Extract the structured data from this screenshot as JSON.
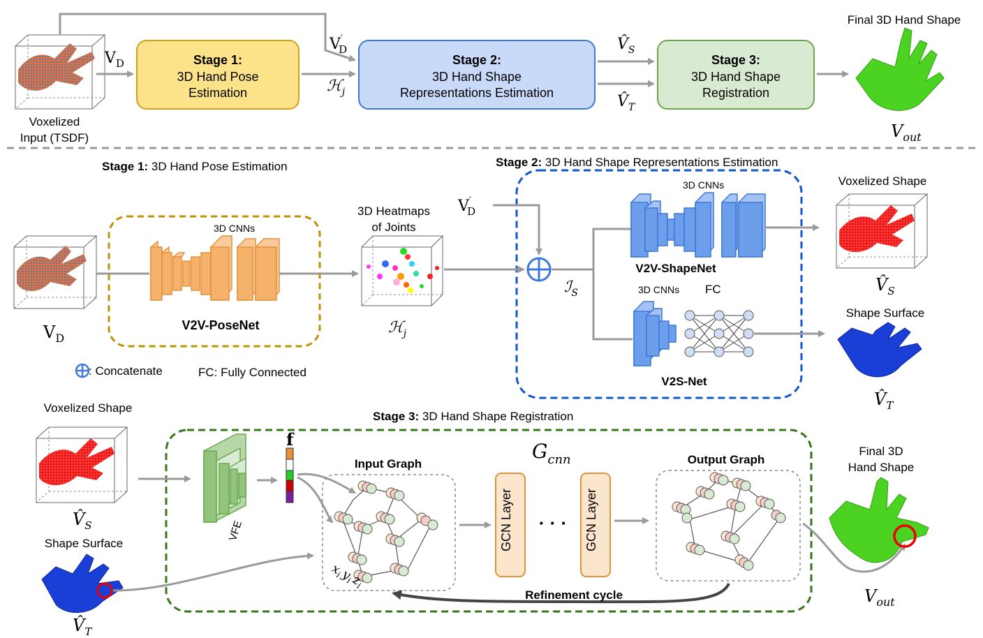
{
  "top": {
    "input_label_1": "Voxelized",
    "input_label_2": "Input (TSDF)",
    "vd": "V",
    "vd_sub": "D",
    "vdp": "V",
    "vdp_prime": "′",
    "vdp_sub": "D",
    "hj": "ℋ",
    "hj_sub": "j",
    "vs": "V̂",
    "vs_sub": "S",
    "vt": "V̂",
    "vt_sub": "T",
    "vout": "V",
    "vout_sub": "out",
    "stage1_title": "Stage 1:",
    "stage1_l1": "3D Hand Pose",
    "stage1_l2": "Estimation",
    "stage2_title": "Stage 2:",
    "stage2_l1": "3D Hand Shape",
    "stage2_l2": "Representations Estimation",
    "stage3_title": "Stage 3:",
    "stage3_l1": "3D Hand Shape",
    "stage3_l2": "Registration",
    "final_label": "Final 3D Hand Shape"
  },
  "stage1": {
    "title_bold": "Stage 1:",
    "title_rest": " 3D Hand Pose Estimation",
    "cnn_label": "3D CNNs",
    "net_name": "V2V-PoseNet",
    "heatmap_l1": "3D Heatmaps",
    "heatmap_l2": "of Joints",
    "vd": "V",
    "vd_sub": "D",
    "hj": "ℋ",
    "hj_sub": "j",
    "legend_concat": ": Concatenate",
    "legend_fc": "FC: Fully Connected"
  },
  "stage2": {
    "title_bold": "Stage 2:",
    "title_rest": " 3D Hand Shape Representations Estimation",
    "vdp": "V",
    "vdp_prime": "′",
    "vdp_sub": "D",
    "is": "ℐ",
    "is_sub": "S",
    "cnn_label": "3D CNNs",
    "cnn_label2": "3D CNNs",
    "fc_label": "FC",
    "shape_net": "V2V-ShapeNet",
    "v2s_net": "V2S-Net",
    "voxelized_shape": "Voxelized Shape",
    "shape_surface": "Shape Surface",
    "vs": "V̂",
    "vs_sub": "S",
    "vt": "V̂",
    "vt_sub": "T"
  },
  "stage3": {
    "title_bold": "Stage 3:",
    "title_rest": " 3D Hand Shape Registration",
    "voxelized_shape": "Voxelized Shape",
    "shape_surface": "Shape Surface",
    "vs": "V̂",
    "vs_sub": "S",
    "vt": "V̂",
    "vt_sub": "T",
    "vfe": "VFE",
    "f_label": "f",
    "input_graph": "Input Graph",
    "output_graph": "Output Graph",
    "gcnn": "G",
    "gcnn_sub": "cnn",
    "gcn_layer_1": "GCN Layer",
    "gcn_layer_2": "GCN Layer",
    "dots": "· · ·",
    "xyz": "x",
    "xyz_y": "y",
    "xyz_z": "z",
    "xyz_sub": "i",
    "refinement": "Refinement cycle",
    "final_l1": "Final 3D",
    "final_l2": "Hand Shape",
    "vout": "V",
    "vout_sub": "out"
  },
  "colors": {
    "stage1_fill": "#fce38a",
    "stage1_stroke": "#d4a017",
    "stage2_fill": "#c9daf8",
    "stage2_stroke": "#3c78d8",
    "stage3_fill": "#d9ead3",
    "stage3_stroke": "#6aa84f",
    "pose_box_stroke": "#bf9000",
    "shape_box_stroke": "#1155cc",
    "reg_box_stroke": "#38761d",
    "cnn_orange": "#f6b26b",
    "cnn_blue": "#6d9eeb",
    "cnn_green": "#93c47d",
    "hand_red": "#e02020",
    "hand_blue": "#1a3fd6",
    "hand_green": "#4cd322",
    "arrow": "#999999"
  }
}
